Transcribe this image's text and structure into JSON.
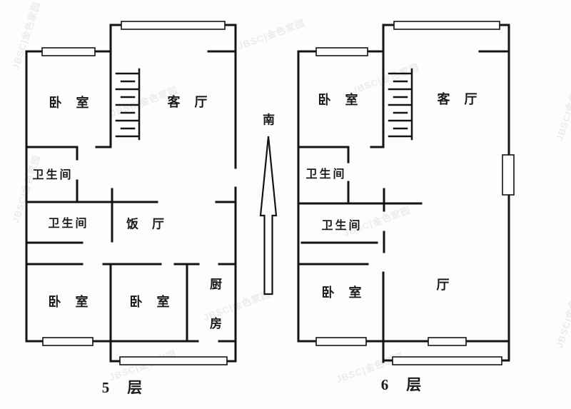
{
  "compass": {
    "label": "南"
  },
  "watermark": {
    "text": "JBSC|金色家园"
  },
  "floor5": {
    "caption": "5　层",
    "rooms": {
      "bedroom_top": "卧　室",
      "living_room": "客　厅",
      "bathroom_upper": "卫生间",
      "bathroom_lower": "卫生间",
      "dining_room": "饭　厅",
      "bedroom_bottom_left": "卧　室",
      "bedroom_bottom_middle": "卧　室",
      "kitchen": "厨房"
    }
  },
  "floor6": {
    "caption": "6　层",
    "rooms": {
      "bedroom_top": "卧　室",
      "living_room": "客　厅",
      "bathroom_upper": "卫生间",
      "bathroom_lower": "卫生间",
      "bedroom_bottom": "卧　室",
      "hall": "厅"
    }
  }
}
